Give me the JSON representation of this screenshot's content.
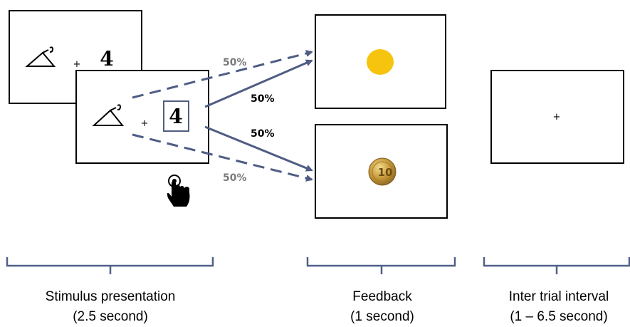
{
  "stimulus_left": "Δ",
  "stimulus_right": "4",
  "fixation": "+",
  "probabilities": {
    "upper_dashed": "50%",
    "upper_solid": "50%",
    "lower_solid": "50%",
    "lower_dashed": "50%"
  },
  "coin_value": "10",
  "phases": [
    {
      "name": "Stimulus presentation",
      "duration": "(2.5 second)"
    },
    {
      "name": "Feedback",
      "duration": "(1 second)"
    },
    {
      "name": "Inter trial interval",
      "duration": "(1 – 6.5 second)"
    }
  ],
  "colors": {
    "arrow": "#4f5d84",
    "bracket": "#4f6189",
    "dashed_label": "#7a7a7a",
    "solid_label": "#000000",
    "sun": "#f6c40f",
    "coin": "#c79a3a"
  },
  "icons": [
    "pointing-hand-icon",
    "yellow-circle-feedback",
    "euro-coin-icon"
  ]
}
